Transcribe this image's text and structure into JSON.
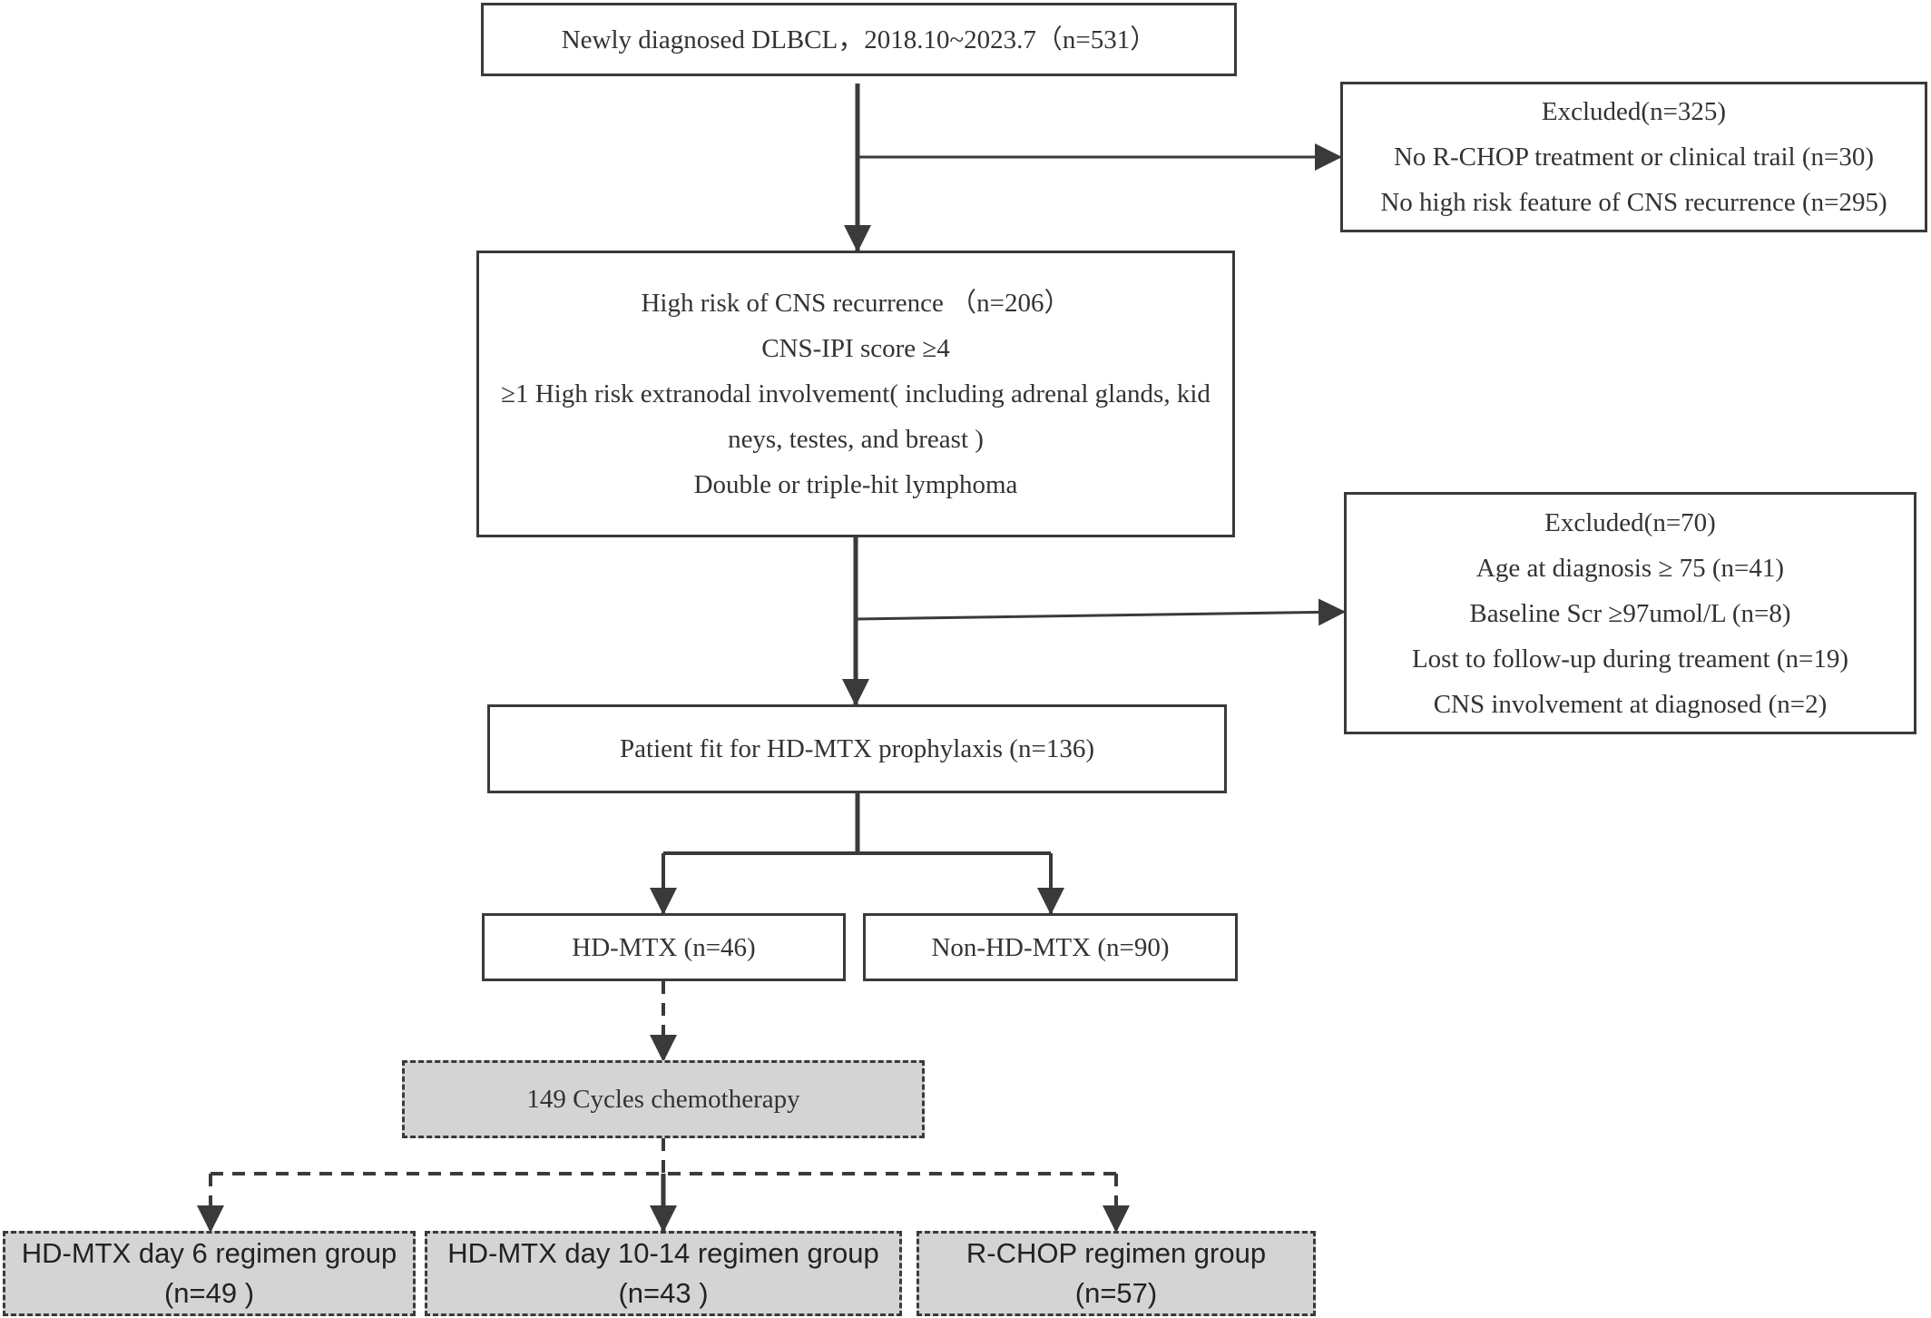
{
  "flow": {
    "start": {
      "line1": "Newly diagnosed DLBCL，2018.10~2023.7（n=531）"
    },
    "excluded1": {
      "title": "Excluded(n=325)",
      "item1": "No R-CHOP treatment or clinical trail (n=30)",
      "item2": "No high risk feature of CNS recurrence (n=295)"
    },
    "highrisk": {
      "line1": "High risk of CNS recurrence （n=206）",
      "line2": "CNS-IPI score ≥4",
      "line3": "≥1 High risk extranodal involvement( including adrenal glands, kid",
      "line4": "neys, testes, and breast )",
      "line5": "Double or triple-hit lymphoma"
    },
    "excluded2": {
      "title": "Excluded(n=70)",
      "item1": "Age at diagnosis ≥ 75 (n=41)",
      "item2": "Baseline Scr ≥97umol/L (n=8)",
      "item3": "Lost to follow-up during treament (n=19)",
      "item4": "CNS involvement at diagnosed (n=2)"
    },
    "fit": {
      "line1": "Patient fit for HD-MTX prophylaxis (n=136)"
    },
    "hdmtx": {
      "line1": "HD-MTX (n=46)"
    },
    "nonhdmtx": {
      "line1": "Non-HD-MTX (n=90)"
    },
    "cycles": {
      "line1": "149 Cycles chemotherapy"
    },
    "group1": {
      "line1": "HD-MTX day 6 regimen group",
      "line2": "(n=49 )"
    },
    "group2": {
      "line1": "HD-MTX day 10-14 regimen group",
      "line2": "(n=43 )"
    },
    "group3": {
      "line1": "R-CHOP regimen group",
      "line2": "(n=57)"
    }
  },
  "colors": {
    "line": "#3a3a3a",
    "dashed_fill": "#d4d4d4",
    "text": "#333333"
  }
}
